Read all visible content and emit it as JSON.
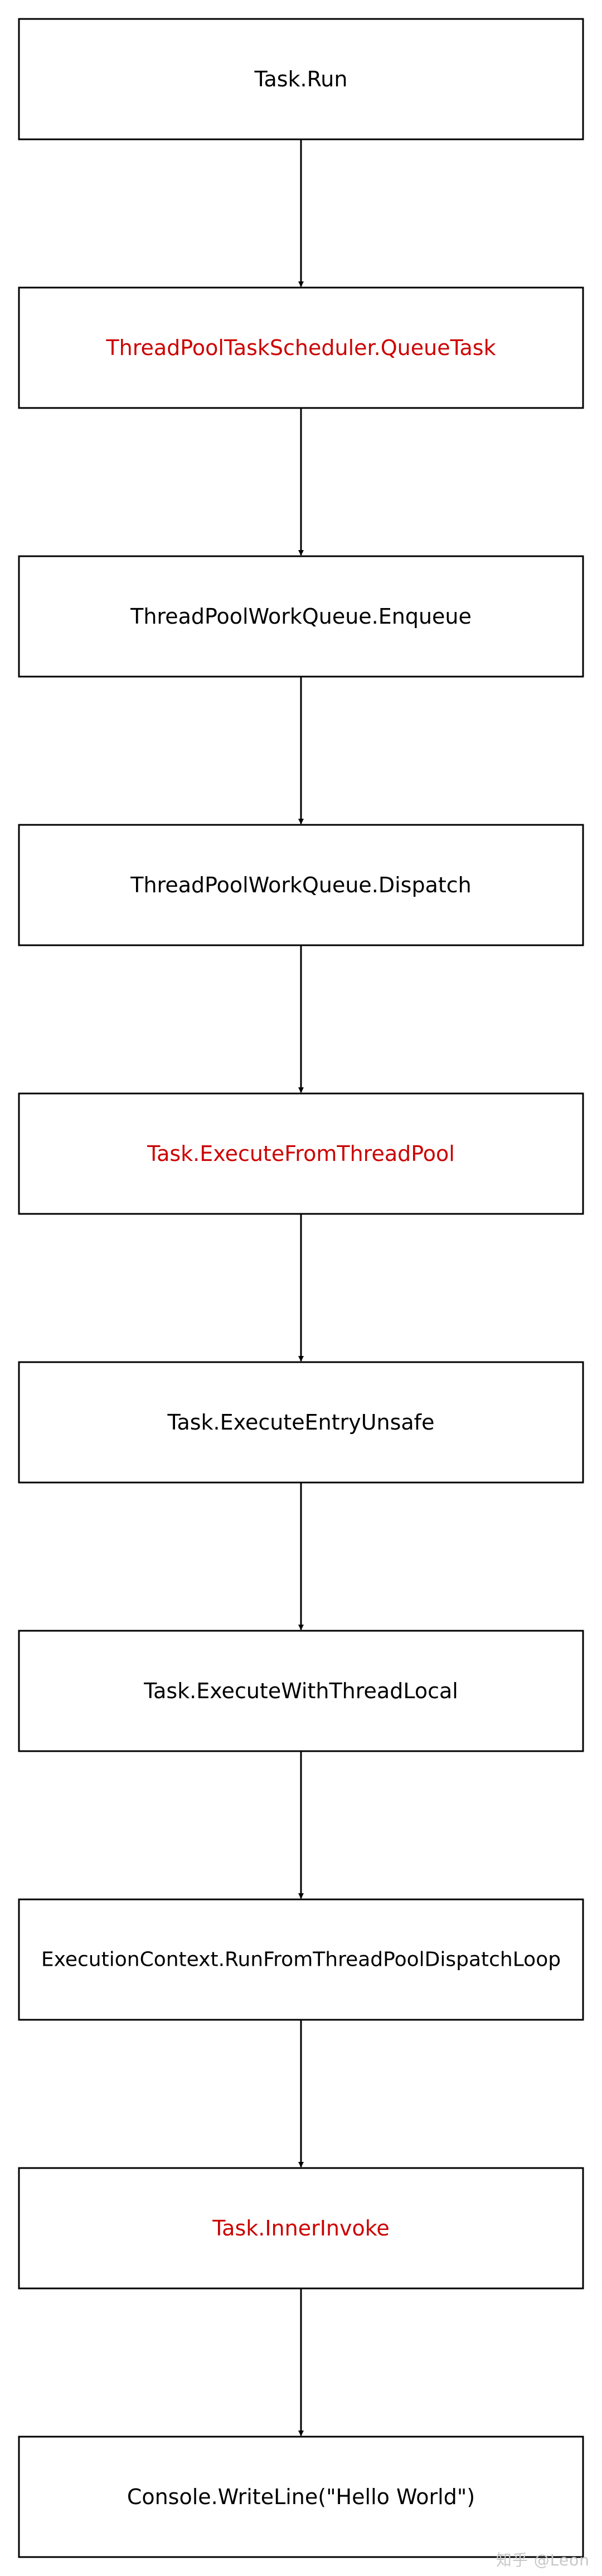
{
  "diagram": {
    "steps": [
      {
        "label": "Task.Run",
        "highlight": false
      },
      {
        "label": "ThreadPoolTaskScheduler.QueueTask",
        "highlight": true
      },
      {
        "label": "ThreadPoolWorkQueue.Enqueue",
        "highlight": false
      },
      {
        "label": "ThreadPoolWorkQueue.Dispatch",
        "highlight": false
      },
      {
        "label": "Task.ExecuteFromThreadPool",
        "highlight": true
      },
      {
        "label": "Task.ExecuteEntryUnsafe",
        "highlight": false
      },
      {
        "label": "Task.ExecuteWithThreadLocal",
        "highlight": false
      },
      {
        "label": "ExecutionContext.RunFromThreadPoolDispatchLoop",
        "highlight": false
      },
      {
        "label": "Task.InnerInvoke",
        "highlight": true
      },
      {
        "label": "Console.WriteLine(\"Hello World\")",
        "highlight": false
      }
    ]
  },
  "colors": {
    "normal_text": "#000000",
    "highlight_text": "#cc0000",
    "box_border": "#000000",
    "arrow": "#000000"
  },
  "watermark": "知乎 @Leon"
}
